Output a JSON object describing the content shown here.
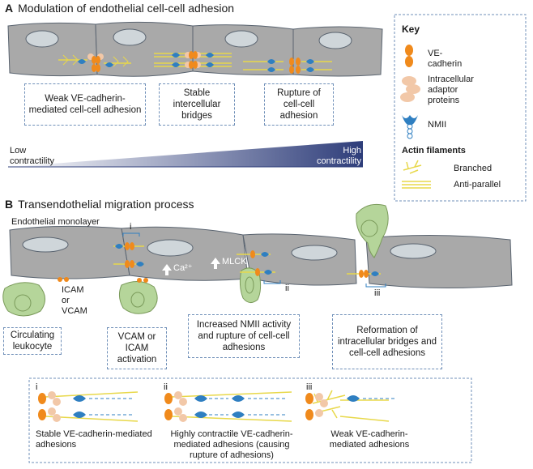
{
  "panel_a": {
    "letter": "A",
    "title": "Modulation of endothelial cell-cell adhesion",
    "boxes": [
      "Weak VE-cadherin-mediated cell-cell adhesion",
      "Stable intercellular bridges",
      "Rupture of cell-cell adhesion"
    ],
    "low_label": "Low contractility",
    "high_label": "High contractility"
  },
  "key": {
    "title": "Key",
    "ve_cadherin": "VE-cadherin",
    "adaptor": "Intracellular adaptor proteins",
    "nmii": "NMII",
    "actin_title": "Actin filaments",
    "branched": "Branched",
    "anti_parallel": "Anti-parallel"
  },
  "panel_b": {
    "letter": "B",
    "title": "Transendothelial migration process",
    "monolayer": "Endothelial monolayer",
    "icam_vcam": "ICAM or VCAM",
    "calcium": "Ca²⁺",
    "mlck": "MLCK",
    "markers": [
      "i",
      "ii",
      "iii"
    ],
    "boxes": [
      "Circulating leukocyte",
      "VCAM or ICAM activation",
      "Increased NMII activity and rupture of cell-cell adhesions",
      "Reformation of intracellular bridges and cell-cell adhesions"
    ]
  },
  "detail": {
    "numerals": [
      "i",
      "ii",
      "iii"
    ],
    "captions": [
      "Stable VE-cadherin-mediated adhesions",
      "Highly contractile VE-cadherin-mediated adhesions (causing rupture of adhesions)",
      "Weak VE-cadherin-mediated adhesions"
    ]
  },
  "colors": {
    "cell_gray": "#a9a9a9",
    "nucleus": "#cfd6da",
    "leukocyte": "#b5d59a",
    "ve_cadherin": "#f08a1c",
    "adaptor": "#f2c8a8",
    "nmii": "#2f7fc1",
    "actin": "#e8d84a",
    "gradient_dark": "#2e3d7a",
    "box_border": "#6f8fb8"
  }
}
